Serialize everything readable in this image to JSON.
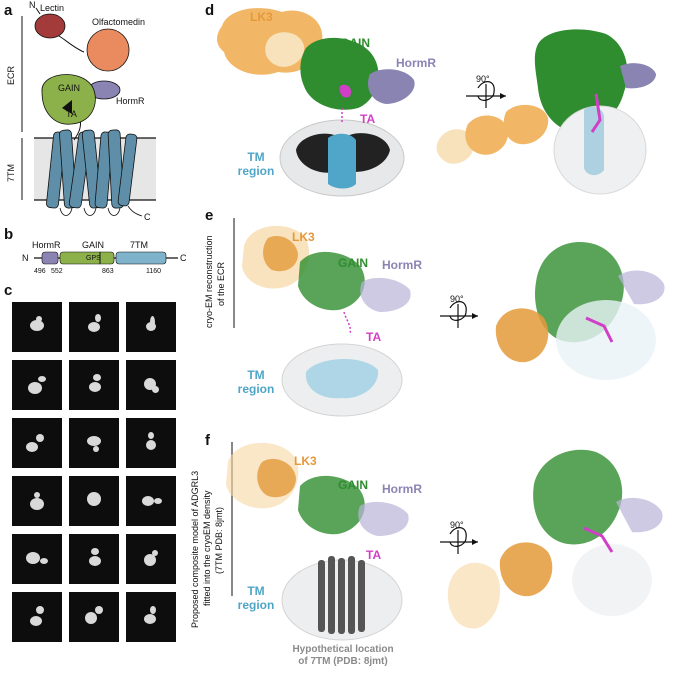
{
  "panels": {
    "a": "a",
    "b": "b",
    "c": "c",
    "d": "d",
    "e": "e",
    "f": "f"
  },
  "panel_a": {
    "n_term": "N",
    "lectin": "Lectin",
    "olfactomedin": "Olfactomedin",
    "gain": "GAIN",
    "ta": "TA",
    "hormr": "HormR",
    "ecr": "ECR",
    "tm7": "7TM",
    "c_term": "C"
  },
  "panel_b": {
    "n_term": "N",
    "c_term": "C",
    "hormr": "HormR",
    "gain": "GAIN",
    "gps": "GPS",
    "tm7": "7TM",
    "positions": [
      "496",
      "552",
      "863",
      "1160"
    ]
  },
  "labels": {
    "lk3": "LK3",
    "gain": "GAIN",
    "hormr": "HormR",
    "ta": "TA",
    "tm_region_line1": "TM",
    "tm_region_line2": "region",
    "rotation": "90°",
    "hypothetical_line1": "Hypothetical location",
    "hypothetical_line2": "of 7TM (PDB: 8jmt)"
  },
  "side_labels": {
    "e_line1": "cryo-EM reconstruction",
    "e_line2": "of the ECR",
    "f_line1": "Proposed composite model of ADGRL3",
    "f_line2": "fitted into the cryoEM density",
    "f_line3": "(7TM PDB: 8jmt)"
  },
  "colors": {
    "lk3": "#f2b766",
    "gain": "#2f8d2f",
    "hormr": "#8a84b3",
    "ta": "#d13fc7",
    "tm": "#4fa6c8",
    "lectin": "#a33b3b",
    "olfactomedin": "#e98a5f",
    "gain_cartoon": "#8cb04a",
    "tm_cartoon": "#5f8fa8"
  }
}
